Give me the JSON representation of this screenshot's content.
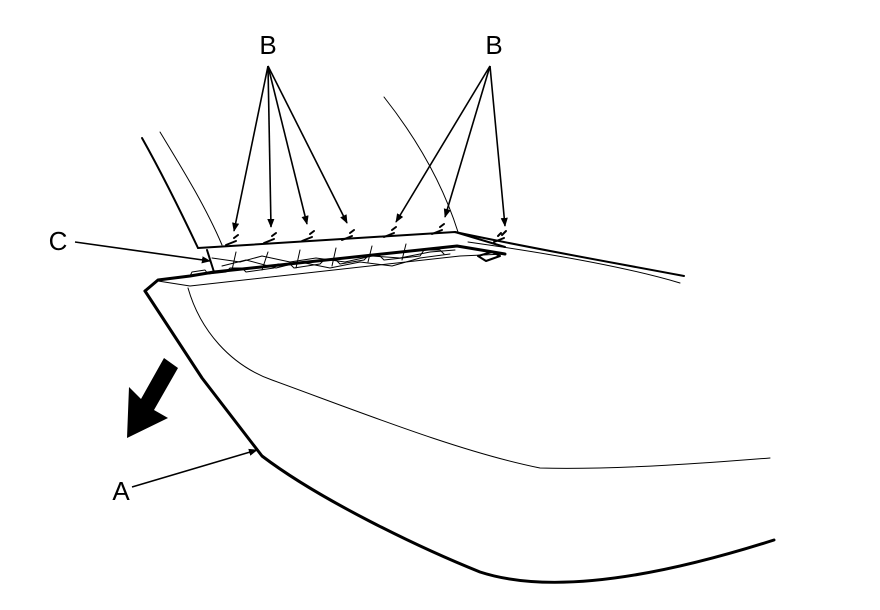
{
  "callouts": {
    "a": "A",
    "b": "B",
    "c": "C"
  },
  "icons": {
    "direction_arrow": "removal-direction-arrow-icon"
  }
}
